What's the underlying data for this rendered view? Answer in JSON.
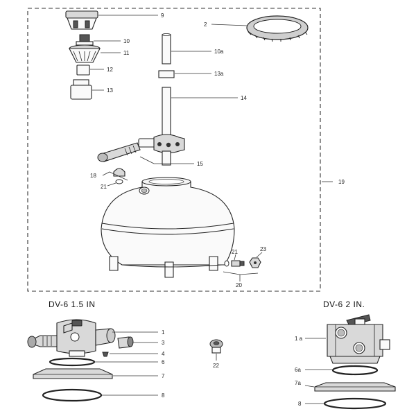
{
  "titles": {
    "left": "DV-6 1.5 IN",
    "right": "DV-6 2 IN."
  },
  "callouts": {
    "p9": "9",
    "p2": "2",
    "p10": "10",
    "p11": "11",
    "p10a": "10a",
    "p12": "12",
    "p13a": "13a",
    "p13": "13",
    "p14": "14",
    "p15": "15",
    "p18": "18",
    "p21a": "21",
    "p19": "19",
    "p21b": "21",
    "p23": "23",
    "p20": "20",
    "l1": "1",
    "l3": "3",
    "l4": "4",
    "l6": "6",
    "l7": "7",
    "l8": "8",
    "m22": "22",
    "r1a": "1 a",
    "r6a": "6a",
    "r7a": "7a",
    "r8": "8"
  }
}
